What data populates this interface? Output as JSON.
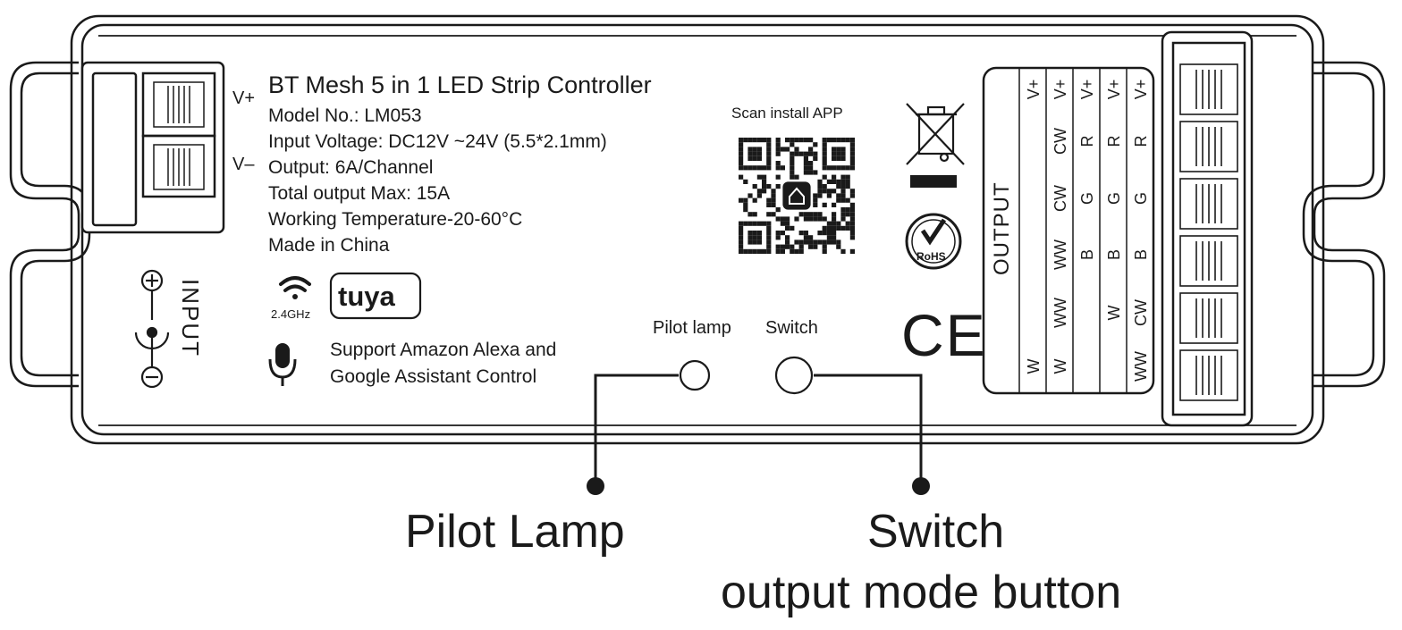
{
  "product": {
    "title": "BT Mesh 5 in 1 LED Strip Controller",
    "model": "Model No.: LM053",
    "input_voltage": "Input Voltage: DC12V ~24V (5.5*2.1mm)",
    "output": "Output: 6A/Channel",
    "total_output": "Total output Max: 15A",
    "working_temp": "Working Temperature-20-60°C",
    "made_in": "Made in China"
  },
  "input_terminal": {
    "v_plus": "V+",
    "v_minus": "V–",
    "input_label": "INPUT"
  },
  "wifi": {
    "frequency": "2.4GHz",
    "brand": "tuya"
  },
  "voice": {
    "line1": "Support Amazon Alexa and",
    "line2": "Google Assistant Control"
  },
  "qr": {
    "caption": "Scan install APP"
  },
  "panel": {
    "pilot_lamp": "Pilot lamp",
    "switch": "Switch"
  },
  "marks": {
    "rohs": "RoHS",
    "ce": "CE"
  },
  "output_table": {
    "title": "OUTPUT",
    "columns": [
      [
        "W",
        "",
        "",
        "",
        "",
        "V+"
      ],
      [
        "W",
        "WW",
        "WW",
        "CW",
        "CW",
        "V+"
      ],
      [
        "",
        "B",
        "G",
        "R",
        "V+"
      ],
      [
        "W",
        "B",
        "G",
        "R",
        "V+"
      ],
      [
        "WW",
        "CW",
        "B",
        "G",
        "R",
        "V+"
      ]
    ]
  },
  "callouts": {
    "pilot_lamp": "Pilot  Lamp",
    "switch_line1": "Switch",
    "switch_line2": "output mode button"
  }
}
